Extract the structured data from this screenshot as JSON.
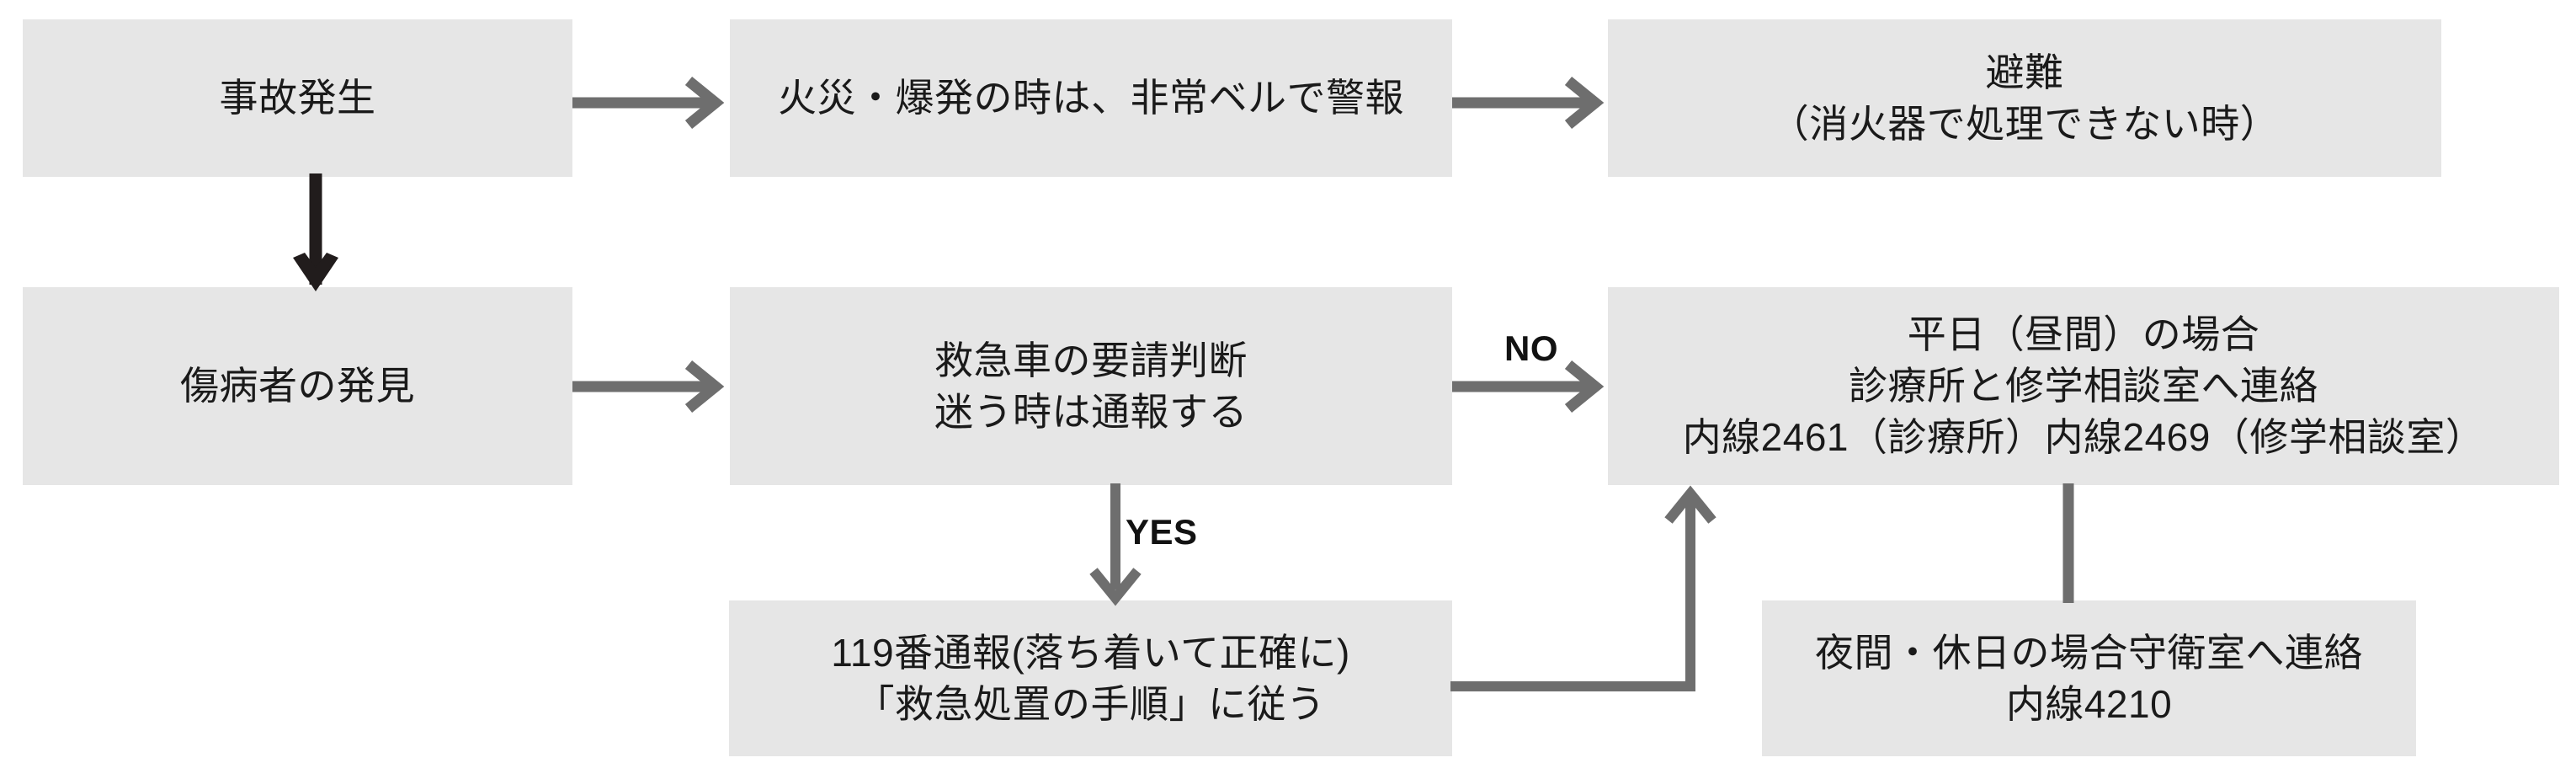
{
  "diagram": {
    "title_present": false,
    "colors": {
      "node_fill": "#e6e6e6",
      "text": "#1a1a1a",
      "arrow_gray": "#6e6e6e",
      "arrow_black": "#211c1c"
    },
    "nodes": [
      {
        "id": "accident",
        "name": "accident-occurrence",
        "lines": [
          "事故発生"
        ]
      },
      {
        "id": "fire_alarm",
        "name": "fire-explosion-alarm",
        "lines": [
          "火災・爆発の時は、非常ベルで警報"
        ]
      },
      {
        "id": "evacuate",
        "name": "evacuation",
        "lines": [
          "避難",
          "（消火器で処理できない時）"
        ]
      },
      {
        "id": "patient_found",
        "name": "injured-person-found",
        "lines": [
          "傷病者の発見"
        ]
      },
      {
        "id": "ambulance_decision",
        "name": "ambulance-request-decision",
        "lines": [
          "救急車の要請判断",
          "迷う時は通報する"
        ]
      },
      {
        "id": "weekday_contact",
        "name": "weekday-daytime-contact",
        "lines": [
          "平日（昼間）の場合",
          "診療所と修学相談室へ連絡",
          "内線2461（診療所）内線2469（修学相談室）"
        ]
      },
      {
        "id": "call_119",
        "name": "call-119-emergency",
        "lines": [
          "119番通報(落ち着いて正確に)",
          "「救急処置の手順」に従う"
        ]
      },
      {
        "id": "night_contact",
        "name": "night-holiday-guard-contact",
        "lines": [
          "夜間・休日の場合守衛室へ連絡",
          "内線4210"
        ]
      }
    ],
    "edge_labels": [
      {
        "id": "no_label",
        "name": "edge-label-no",
        "text": "NO"
      },
      {
        "id": "yes_label",
        "name": "edge-label-yes",
        "text": "YES"
      }
    ]
  },
  "chart_data": {
    "type": "flowchart",
    "title": "",
    "nodes": [
      {
        "id": "accident",
        "label": "事故発生",
        "row": 1,
        "col": 1
      },
      {
        "id": "fire_alarm",
        "label": "火災・爆発の時は、非常ベルで警報",
        "row": 1,
        "col": 2
      },
      {
        "id": "evacuate",
        "label": "避難（消火器で処理できない時）",
        "row": 1,
        "col": 3
      },
      {
        "id": "patient_found",
        "label": "傷病者の発見",
        "row": 2,
        "col": 1
      },
      {
        "id": "ambulance_decision",
        "label": "救急車の要請判断 迷う時は通報する",
        "row": 2,
        "col": 2
      },
      {
        "id": "weekday_contact",
        "label": "平日（昼間）の場合 診療所と修学相談室へ連絡 内線2461（診療所）内線2469（修学相談室）",
        "row": 2,
        "col": 3
      },
      {
        "id": "call_119",
        "label": "119番通報(落ち着いて正確に)「救急処置の手順」に従う",
        "row": 3,
        "col": 2
      },
      {
        "id": "night_contact",
        "label": "夜間・休日の場合守衛室へ連絡 内線4210",
        "row": 3,
        "col": 3
      }
    ],
    "edges": [
      {
        "from": "accident",
        "to": "fire_alarm",
        "label": "",
        "style": "arrow-gray"
      },
      {
        "from": "fire_alarm",
        "to": "evacuate",
        "label": "",
        "style": "arrow-gray"
      },
      {
        "from": "accident",
        "to": "patient_found",
        "label": "",
        "style": "arrow-black"
      },
      {
        "from": "patient_found",
        "to": "ambulance_decision",
        "label": "",
        "style": "arrow-gray"
      },
      {
        "from": "ambulance_decision",
        "to": "weekday_contact",
        "label": "NO",
        "style": "arrow-gray"
      },
      {
        "from": "ambulance_decision",
        "to": "call_119",
        "label": "YES",
        "style": "arrow-gray"
      },
      {
        "from": "call_119",
        "to": "weekday_contact",
        "label": "",
        "style": "elbow-arrow-gray"
      },
      {
        "from": "night_contact",
        "to": "weekday_contact",
        "label": "",
        "style": "line-gray"
      }
    ]
  }
}
